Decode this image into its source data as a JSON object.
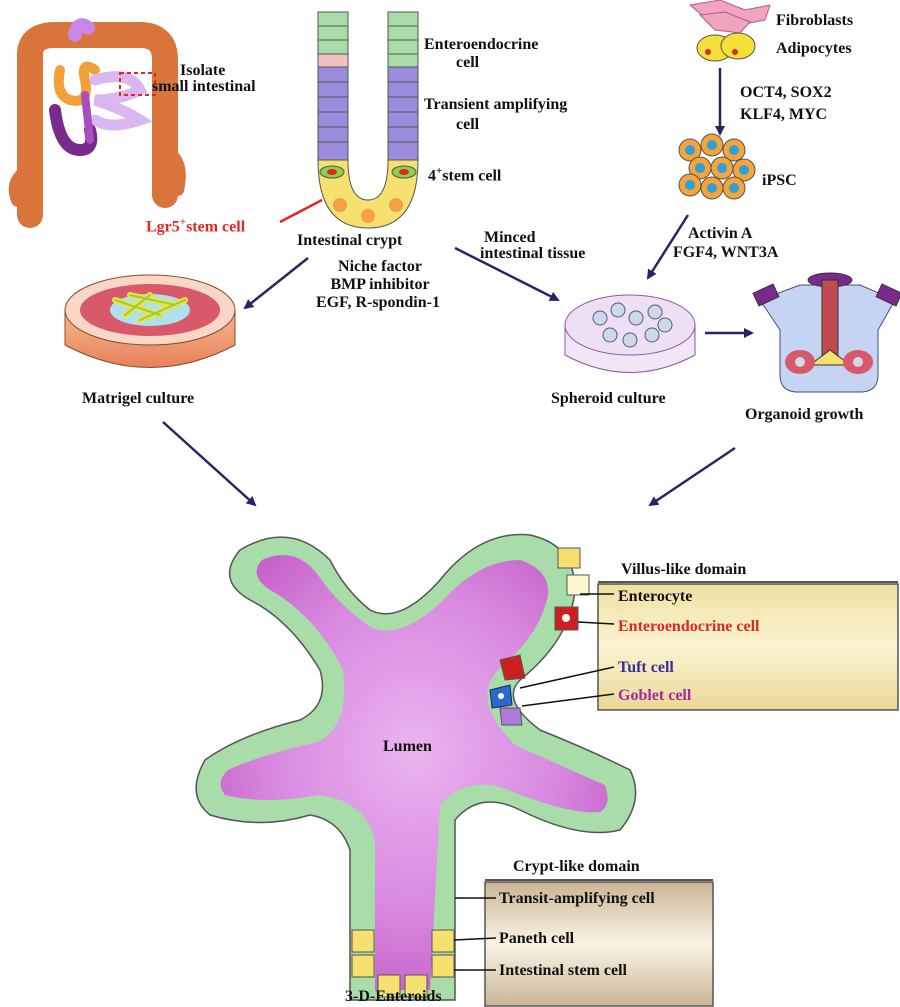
{
  "labels": {
    "isolate": "Isolate",
    "small_intestinal": "small intestinal",
    "enteroendocrine": "Enteroendocrine",
    "enteroendocrine_cell": "cell",
    "transient": "Transient amplifying",
    "transient_cell": "cell",
    "stem4": "4",
    "stem4_sup": "+",
    "stem4_rest": "stem cell",
    "lgr5": "Lgr5",
    "lgr5_sup": "+",
    "lgr5_rest": "stem cell",
    "intestinal_crypt": "Intestinal crypt",
    "niche1": "Niche factor",
    "niche2": "BMP inhibitor",
    "niche3": "EGF, R-spondin-1",
    "minced1": "Minced",
    "minced2": "intestinal tissue",
    "fibroblasts": "Fibroblasts",
    "adipocytes": "Adipocytes",
    "factors1": "OCT4, SOX2",
    "factors2": "KLF4, MYC",
    "ipsc": "iPSC",
    "act1": "Activin A",
    "act2": "FGF4, WNT3A",
    "matrigel": "Matrigel culture",
    "spheroid": "Spheroid culture",
    "organoid": "Organoid growth",
    "lumen": "Lumen",
    "enteroids": "3-D-Enteroids",
    "villus_title": "Villus-like domain",
    "villus_items": [
      "Enterocyte",
      "Enteroendocrine cell",
      "Tuft cell",
      "Goblet cell"
    ],
    "crypt_title": "Crypt-like domain",
    "crypt_items": [
      "Transit-amplifying cell",
      "Paneth cell",
      "Intestinal stem cell"
    ]
  },
  "colors": {
    "arrow": "#2a2466",
    "red_label": "#e0281e",
    "tuft_label": "#3b2c9a",
    "goblet_label": "#a42aa0",
    "colon": "#d9743a",
    "lumen": "#e08ce0",
    "enterocyte_cell": "#a8dca8",
    "stem_cell": "#7a6acf",
    "villus_box": "#f5e6a8",
    "crypt_box": "#e4d6bd"
  }
}
